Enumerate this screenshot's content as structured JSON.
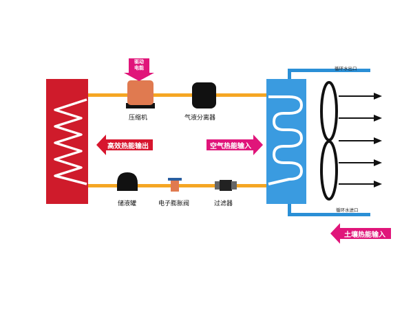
{
  "labels": {
    "compressor": "压缩机",
    "separator": "气液分离器",
    "receiver": "储液罐",
    "expansion_valve": "电子膨胀阀",
    "filter": "过滤器",
    "water_out": "循环水出口",
    "water_in": "循环水进口"
  },
  "arrows": {
    "drive_line1": "驱动",
    "drive_line2": "电能",
    "output": "高效热能输出",
    "air_input": "空气热能输入",
    "soil_input": "土壤热能输入"
  },
  "colors": {
    "condenser": "#cf1b2b",
    "evaporator": "#3a9be0",
    "pipe": "#f5a623",
    "water_pipe": "#2a8fd6",
    "output_arrow": "#d7162e",
    "input_arrow": "#e0157a",
    "component": "#111111",
    "compressor": "#e07a50"
  },
  "icons": [
    "fan-icon",
    "coil-icon",
    "arrow-right-icon",
    "arrow-left-icon",
    "arrow-down-icon"
  ]
}
